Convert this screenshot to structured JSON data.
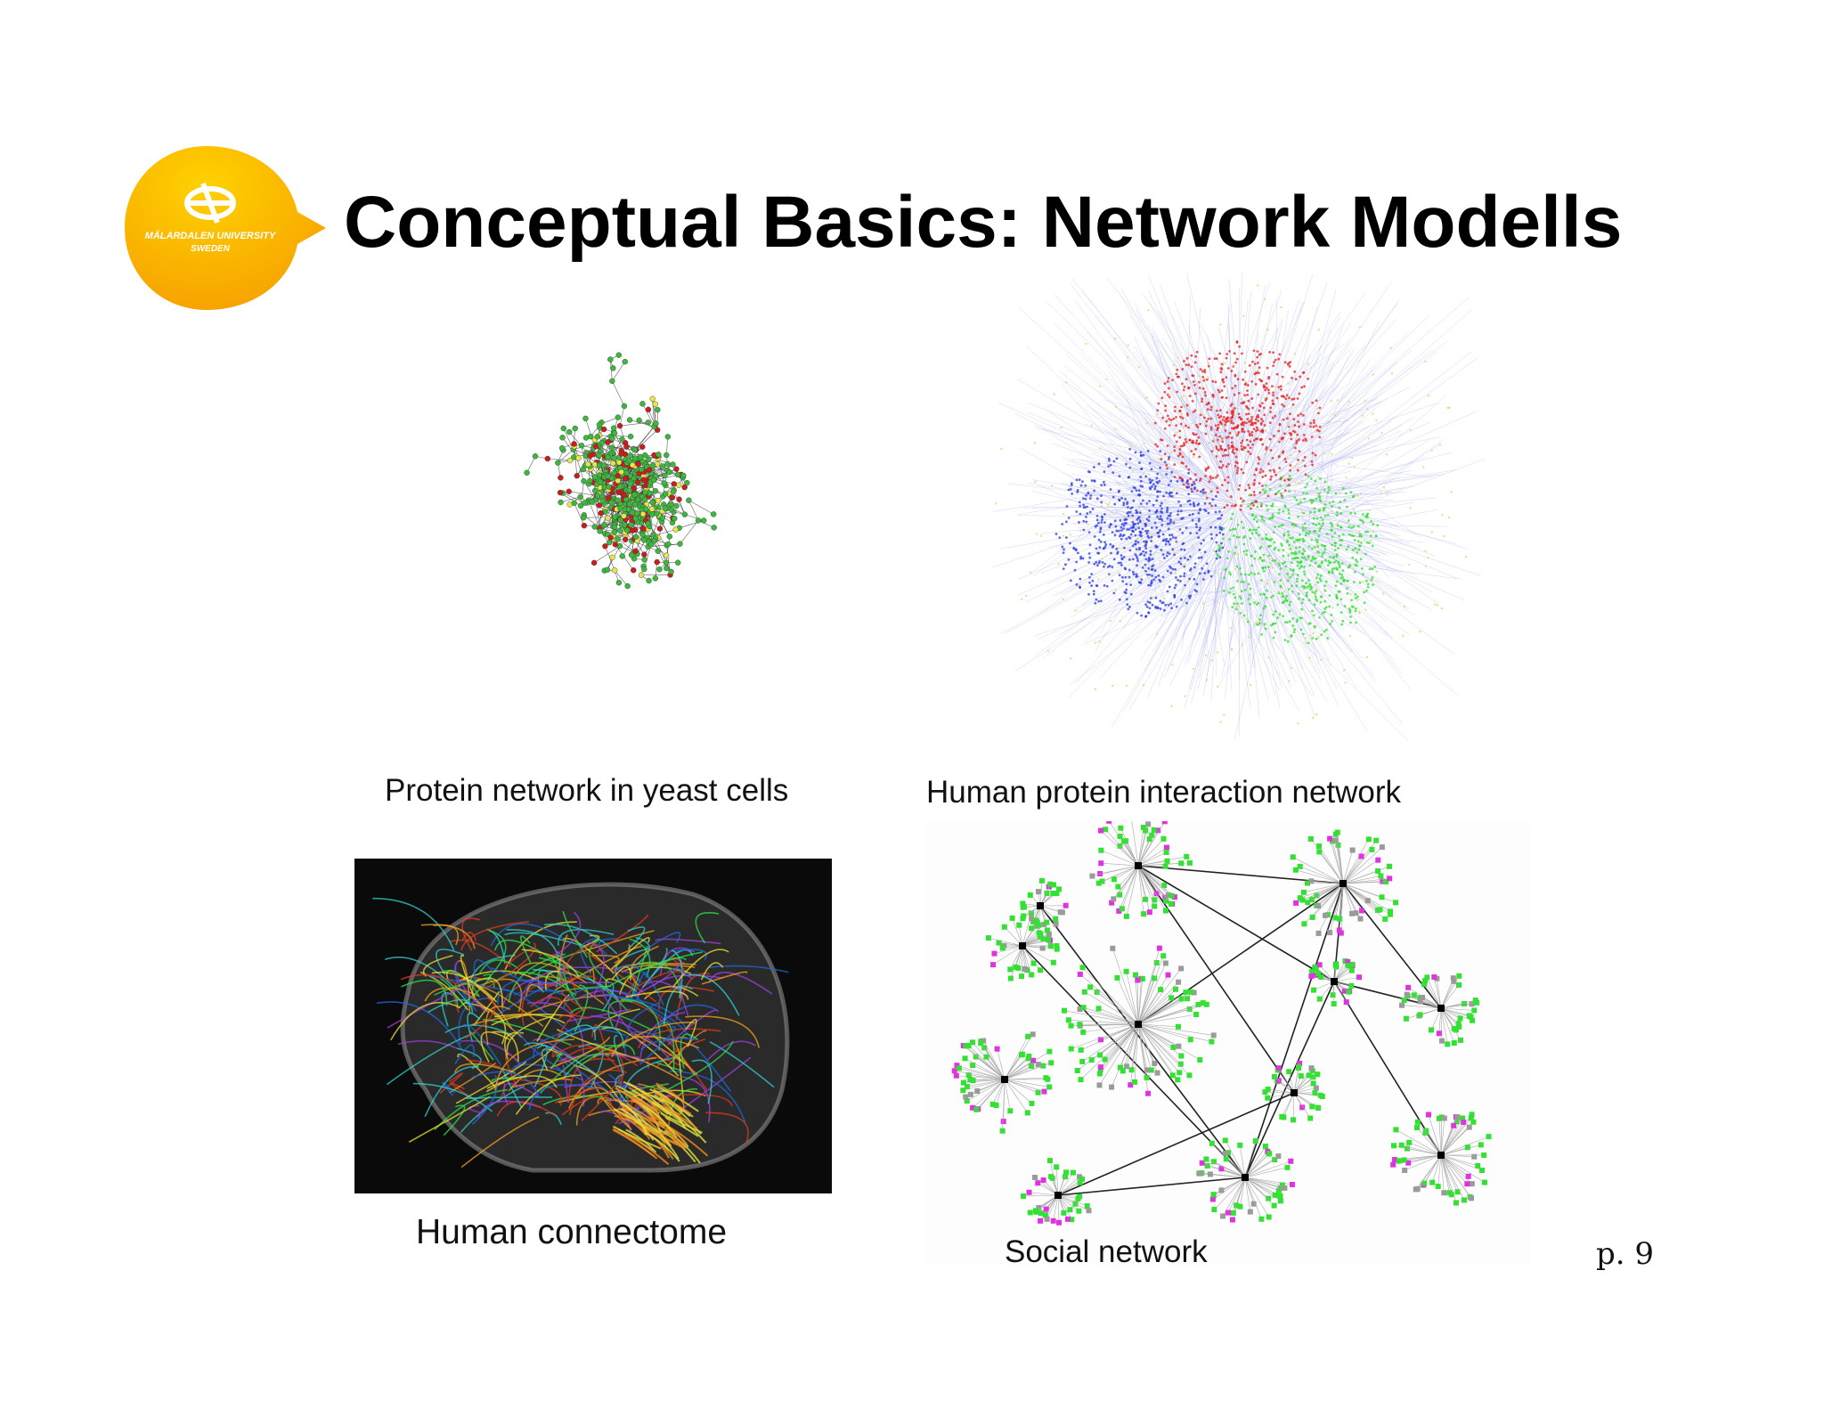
{
  "slide": {
    "title": "Conceptual Basics: Network Modells",
    "page_number": "p. 9"
  },
  "logo": {
    "line1": "MÄLARDALEN UNIVERSITY",
    "line2": "SWEDEN",
    "colors": {
      "outer": "#f7a300",
      "inner": "#ffd200",
      "text": "#ffffff"
    }
  },
  "panels": [
    {
      "caption": "Protein network in yeast cells",
      "node_colors": [
        "#3cb83c",
        "#c81e1e",
        "#e6e64a"
      ],
      "edge_color": "#222222"
    },
    {
      "caption": "Human protein interaction network",
      "cluster_colors": [
        "#e81e1e",
        "#2a3ae0",
        "#2ee02e"
      ],
      "edge_color": "#9aa0e8"
    },
    {
      "caption": "Human connectome",
      "background": "#0a0a0a"
    },
    {
      "caption": "Social network",
      "node_colors": [
        "#33e033",
        "#e033e0",
        "#9a9a9a",
        "#000000"
      ]
    }
  ]
}
